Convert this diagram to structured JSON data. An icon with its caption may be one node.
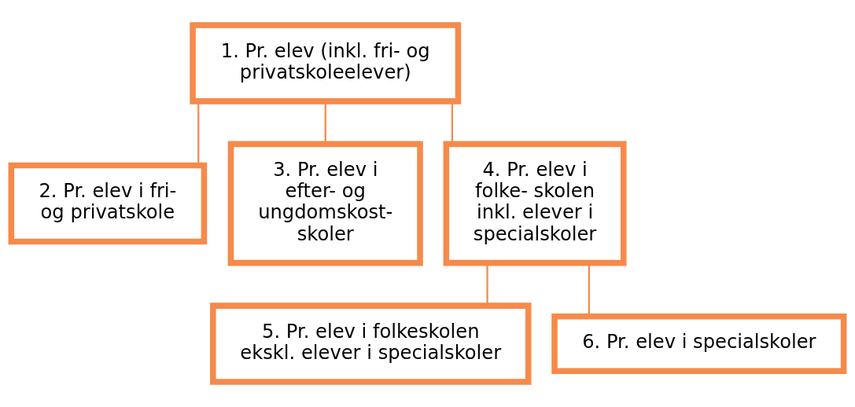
{
  "diagram": {
    "nodes": [
      {
        "text": [
          "1. Pr. elev (inkl. fri- og privatskoleelever)"
        ]
      },
      {
        "text": [
          "2. Pr. elev i fri- og privatskole"
        ]
      },
      {
        "text": [
          "3. Pr. elev i efter- og ungdomskost- skoler"
        ]
      },
      {
        "text": [
          "4. Pr. elev i folke- skolen inkl. elever i specialskoler"
        ]
      },
      {
        "text": [
          "5. Pr. elev i folkeskolen ekskl. elever i specialskoler"
        ]
      },
      {
        "text": [
          "6. Pr. elev i specialskoler"
        ]
      }
    ],
    "edges": [
      {
        "from": 0,
        "to": 1,
        "arrow": "none"
      },
      {
        "from": 0,
        "to": 2,
        "arrow": "none"
      },
      {
        "from": 0,
        "to": 3,
        "arrow": "none"
      },
      {
        "from": 3,
        "to": 4,
        "arrow": "none"
      },
      {
        "from": 3,
        "to": 5,
        "arrow": "none"
      }
    ]
  }
}
